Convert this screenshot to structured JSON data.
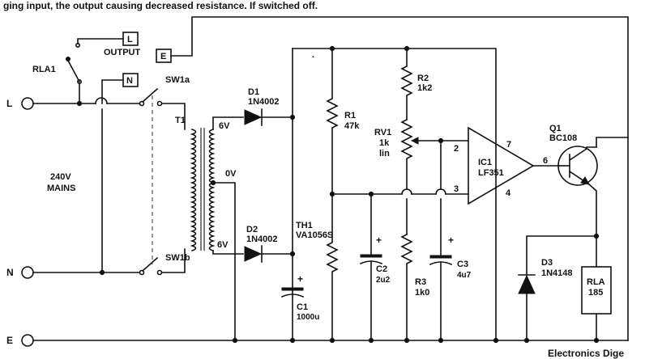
{
  "header_text": "ging input, the output   causing decreased resistance. If     switched off.",
  "footer_text": "Electronics Dige",
  "terminals": {
    "L": "L",
    "N": "N",
    "E": "E"
  },
  "output_boxes": {
    "L": "L",
    "N": "N",
    "E": "E"
  },
  "output_label": "OUTPUT",
  "mains_label_1": "240V",
  "mains_label_2": "MAINS",
  "relay_contact": "RLA1",
  "switch_a": "SW1a",
  "switch_b": "SW1b",
  "transformer": "T1",
  "tap_top": "6V",
  "tap_mid": "0V",
  "tap_bot": "6V",
  "D1": {
    "ref": "D1",
    "value": "1N4002"
  },
  "D2": {
    "ref": "D2",
    "value": "1N4002"
  },
  "TH1": {
    "ref": "TH1",
    "value": "VA1056S"
  },
  "C1": {
    "ref": "C1",
    "value": "1000u",
    "polarity": "+"
  },
  "R1": {
    "ref": "R1",
    "value": "47k"
  },
  "R2": {
    "ref": "R2",
    "value": "1k2"
  },
  "RV1": {
    "ref": "RV1",
    "value": "1k",
    "law": "lin"
  },
  "R3": {
    "ref": "R3",
    "value": "1k0"
  },
  "C2": {
    "ref": "C2",
    "value": "2u2",
    "polarity": "+"
  },
  "C3": {
    "ref": "C3",
    "value": "4u7",
    "polarity": "+"
  },
  "IC1": {
    "ref": "IC1",
    "value": "LF351",
    "pins": {
      "p2": "2",
      "p3": "3",
      "p4": "4",
      "p6": "6",
      "p7": "7"
    }
  },
  "Q1": {
    "ref": "Q1",
    "value": "BC108"
  },
  "D3": {
    "ref": "D3",
    "value": "1N4148"
  },
  "RLA": {
    "ref": "RLA",
    "value": "185"
  }
}
